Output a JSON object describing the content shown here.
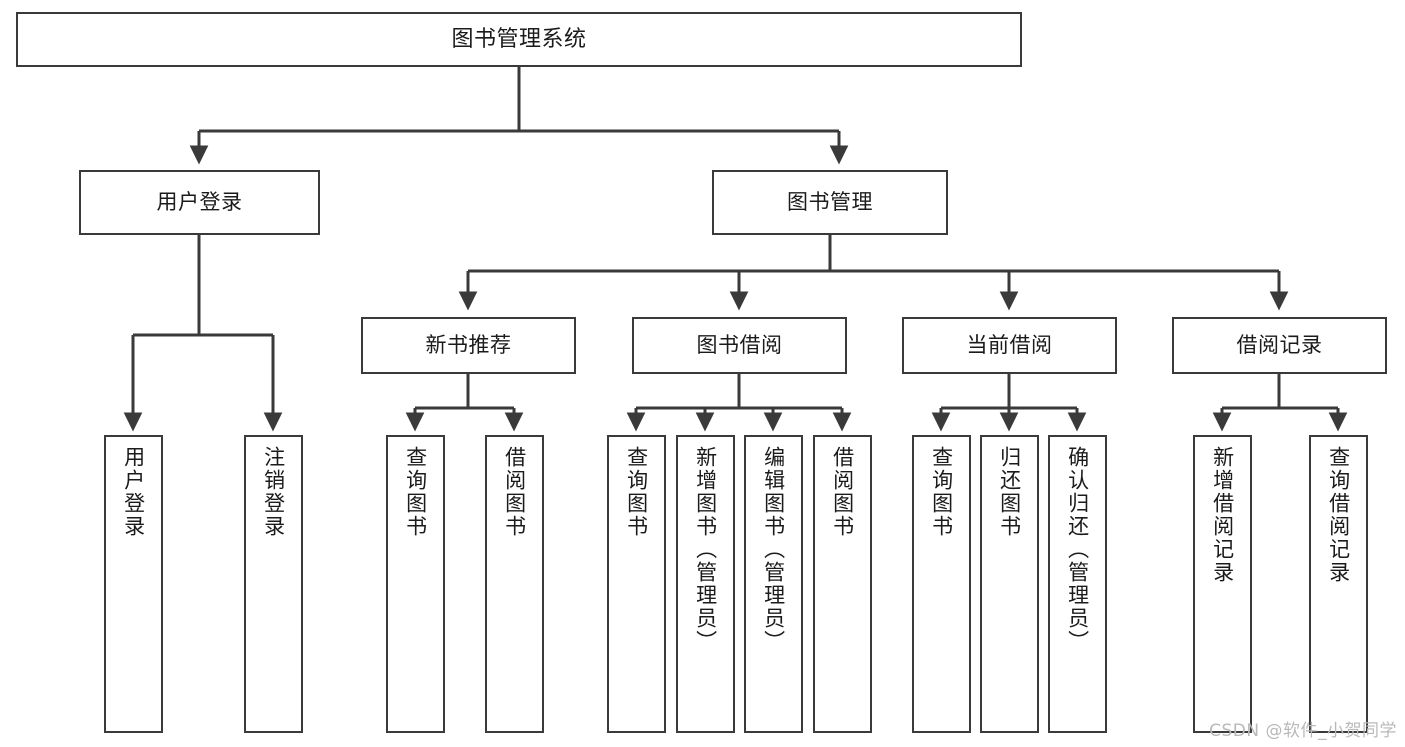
{
  "diagram": {
    "title": "图书管理系统",
    "watermark": "CSDN @软件_小贺同学",
    "stroke_color": "#3a3a3a",
    "fill_color": "#ffffff",
    "text_color": "#1b1b1b",
    "watermark_color": "#b9b9b9",
    "root": {
      "label": "图书管理系统"
    },
    "level2": [
      {
        "label": "用户登录"
      },
      {
        "label": "图书管理"
      }
    ],
    "level3": [
      {
        "label": "新书推荐"
      },
      {
        "label": "图书借阅"
      },
      {
        "label": "当前借阅"
      },
      {
        "label": "借阅记录"
      }
    ],
    "leaves": {
      "user_login": [
        {
          "label": "用户登录"
        },
        {
          "label": "注销登录"
        }
      ],
      "new_book_recommend": [
        {
          "label": "查询图书"
        },
        {
          "label": "借阅图书"
        }
      ],
      "book_borrow": [
        {
          "label": "查询图书"
        },
        {
          "label": "新增图书（管理员）"
        },
        {
          "label": "编辑图书（管理员）"
        },
        {
          "label": "借阅图书"
        }
      ],
      "current_borrow": [
        {
          "label": "查询图书"
        },
        {
          "label": "归还图书"
        },
        {
          "label": "确认归还（管理员）"
        }
      ],
      "borrow_record": [
        {
          "label": "新增借阅记录"
        },
        {
          "label": "查询借阅记录"
        }
      ]
    }
  }
}
